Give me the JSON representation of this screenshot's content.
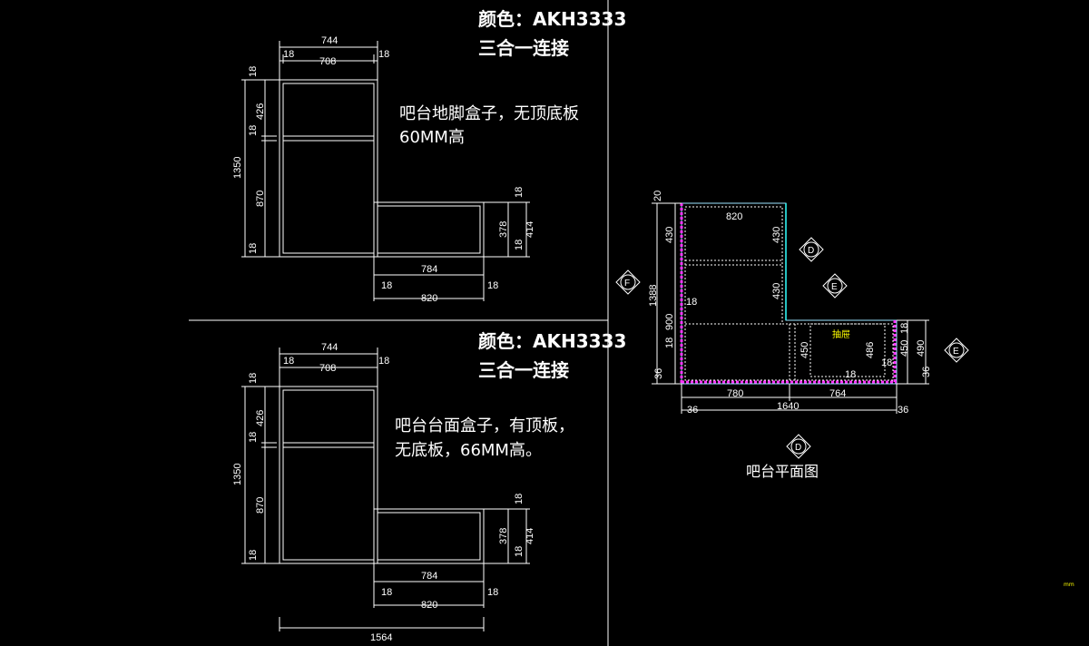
{
  "panel_top": {
    "color_heading": "颜色：AKH3333",
    "connect_heading": "三合一连接",
    "note_line1": "吧台地脚盒子，无顶底板",
    "note_line2": "60MM高",
    "dims": {
      "top_total": "744",
      "top_left": "18",
      "top_mid": "708",
      "top_right": "18",
      "left_18a": "18",
      "left_426": "426",
      "left_18b": "18",
      "left_1350": "1350",
      "left_870": "870",
      "left_18c": "18",
      "right_18a": "18",
      "right_378": "378",
      "right_18b": "18",
      "right_414": "414",
      "bot_784": "784",
      "bot_18a": "18",
      "bot_18b": "18",
      "bot_820": "820"
    }
  },
  "panel_bottom": {
    "color_heading": "颜色：AKH3333",
    "connect_heading": "三合一连接",
    "note_line1": "吧台台面盒子，有顶板，",
    "note_line2": "无底板，66MM高。",
    "dims": {
      "top_total": "744",
      "top_left": "18",
      "top_mid": "708",
      "top_right": "18",
      "left_18a": "18",
      "left_426": "426",
      "left_18b": "18",
      "left_1350": "1350",
      "left_870": "870",
      "left_18c": "18",
      "right_18a": "18",
      "right_378": "378",
      "right_18b": "18",
      "right_414": "414",
      "bot_784": "784",
      "bot_18a": "18",
      "bot_18b": "18",
      "bot_820": "820",
      "bot_1564": "1564"
    }
  },
  "plan": {
    "title": "吧台平面图",
    "drawer_label": "抽屉",
    "markers": {
      "d_right": "D",
      "e_mid": "E",
      "f_left": "F",
      "e_right": "E",
      "d_bottom": "D"
    },
    "dims": {
      "d20": "20",
      "d820": "820",
      "d430a": "430",
      "d430b": "430",
      "d430c": "430",
      "d1388": "1388",
      "d18a": "18",
      "d900": "900",
      "d18b": "18",
      "d36a": "36",
      "d450": "450",
      "d486": "486",
      "d18c": "18",
      "d18d": "18",
      "d18e": "18",
      "d450b": "450",
      "d490": "490",
      "d36b": "36",
      "d780": "780",
      "d764": "764",
      "d36c": "36",
      "d1640": "1640",
      "d36d": "36"
    },
    "tiny_mark": "mm"
  }
}
